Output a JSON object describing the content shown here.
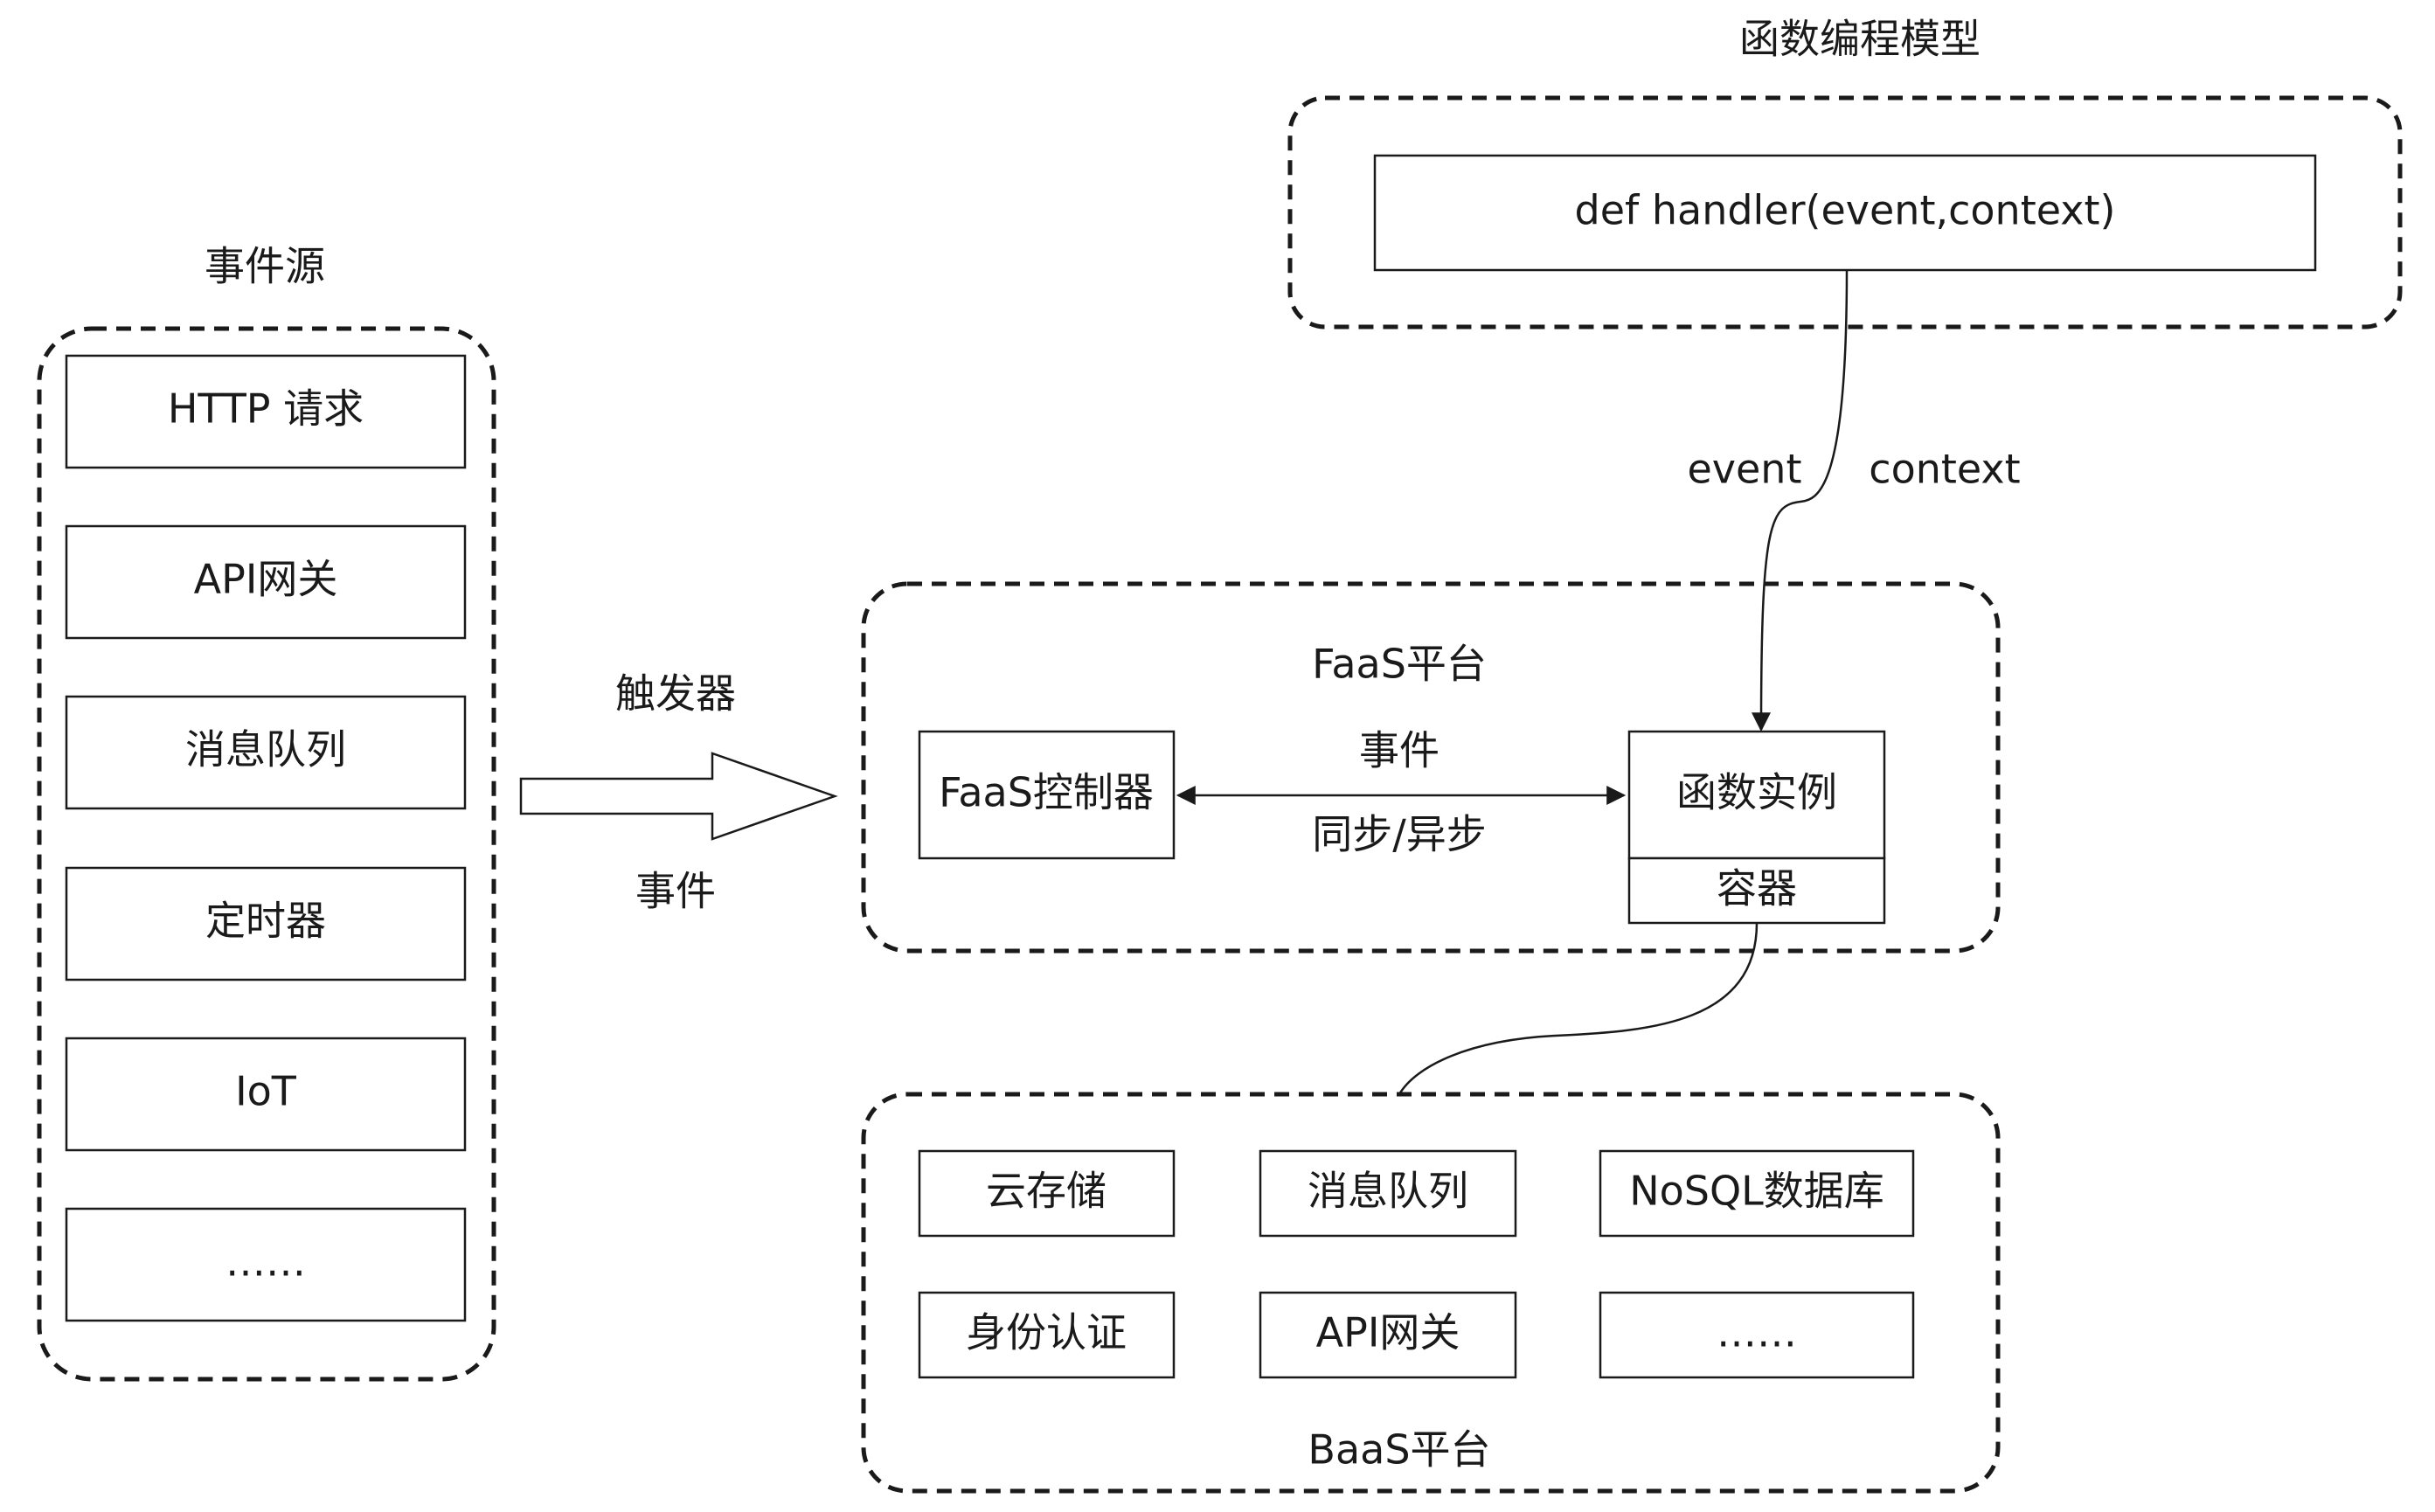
{
  "model": {
    "title": "函数编程模型",
    "handler": "def handler(event,context)",
    "event_label": "event",
    "context_label": "context"
  },
  "sources": {
    "title": "事件源",
    "items": [
      "HTTP 请求",
      "API网关",
      "消息队列",
      "定时器",
      "IoT",
      "……"
    ]
  },
  "trigger": {
    "label_top": "触发器",
    "label_bottom": "事件"
  },
  "faas": {
    "title": "FaaS平台",
    "controller": "FaaS控制器",
    "link_top": "事件",
    "link_bottom": "同步/异步",
    "instance": "函数实例",
    "container": "容器"
  },
  "baas": {
    "title": "BaaS平台",
    "items": [
      "云存储",
      "消息队列",
      "NoSQL数据库",
      "身份认证",
      "API网关",
      "……"
    ]
  }
}
